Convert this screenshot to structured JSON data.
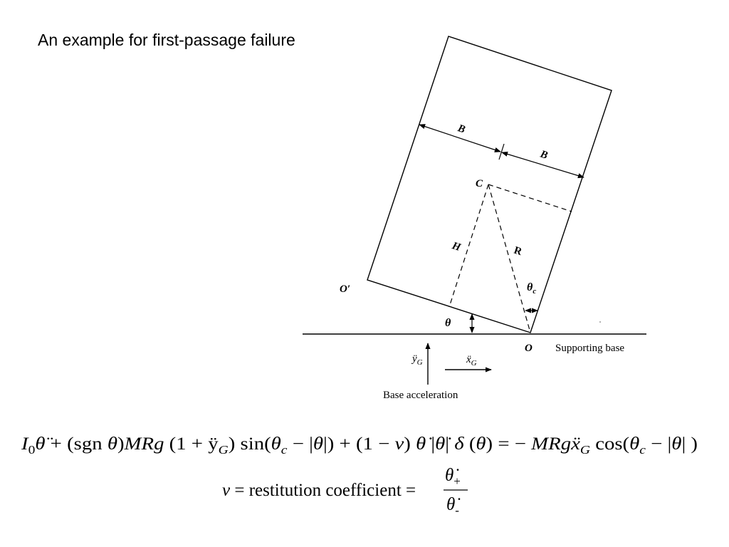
{
  "title": "An example for first-passage failure",
  "diagram": {
    "labels": {
      "B_left": "B",
      "B_right": "B",
      "C": "C",
      "H": "H",
      "R": "R",
      "O_prime": "O′",
      "O": "O",
      "theta": "θ",
      "theta_c": "θ",
      "theta_c_sub": "c",
      "supporting_base": "Supporting base",
      "base_acceleration": "Base acceleration",
      "ydd_G": "ÿ",
      "ydd_G_sub": "G",
      "xdd_G": "ẍ",
      "xdd_G_sub": "G"
    }
  },
  "equations": {
    "motion": {
      "I": "I",
      "I_sub": "0",
      "theta_dd": "θ̈",
      "p1": " + (sgn ",
      "theta1": "θ",
      "p2": ")",
      "MRg1": "MRg",
      "p3": " (1 + ",
      "ydd": "ÿ",
      "G1": "G",
      "p4": ") sin(",
      "theta_c1": "θ",
      "c1": "c",
      "p5": " − |",
      "theta2": "θ",
      "p6": "|) + (1 − ",
      "nu1": "ν",
      "p7": ") ",
      "theta_d1": "θ̇",
      "p8": " |",
      "theta_d2": "θ̇",
      "p9": "| ",
      "delta": "δ",
      "p10": " (",
      "theta3": "θ",
      "p11": ") = − ",
      "MRg2": "MRg",
      "xdd": "ẍ",
      "G2": "G",
      "p12": " cos(",
      "theta_c2": "θ",
      "c2": "c",
      "p13": " − |",
      "theta4": "θ",
      "p14": "| )"
    },
    "restitution": {
      "nu": "ν",
      "text": " = restitution coefficien",
      "t": "t",
      "eq": " = ",
      "num": "θ̇",
      "num_sub": "+",
      "den": "θ̇",
      "den_sub": "-"
    }
  }
}
